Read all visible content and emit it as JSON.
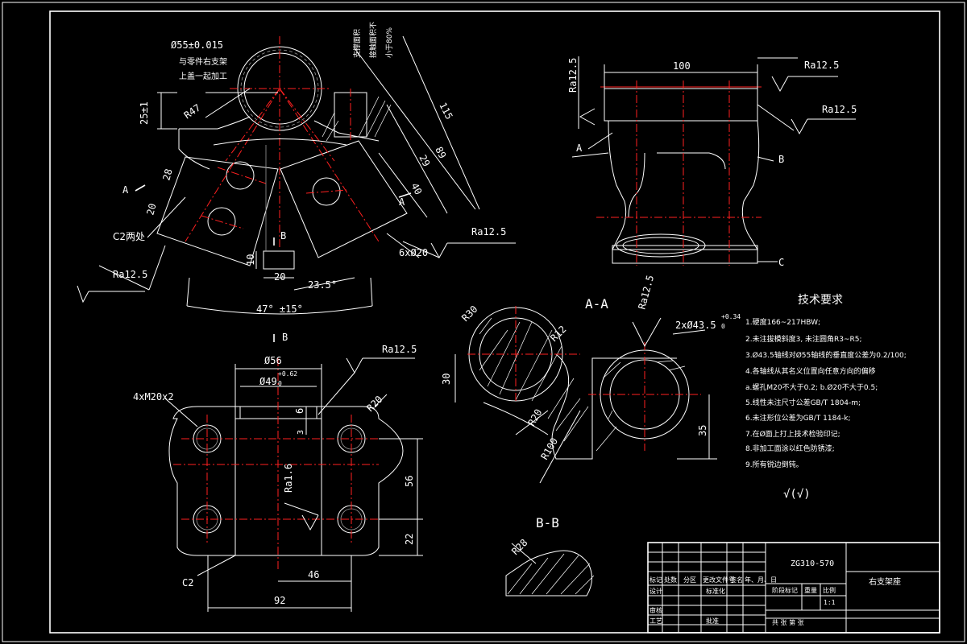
{
  "drawing": {
    "material": "ZG310-570",
    "part_name": "右支架座",
    "scale": "1:1"
  },
  "view_top_left": {
    "dia_main": "Ø55±0.015",
    "note_line1": "与零件右支架",
    "note_line2": "上盖一起加工",
    "dim_25": "25±1",
    "r47": "R47",
    "dim_28": "28",
    "dim_20": "20",
    "dim_115": "115",
    "dim_89": "89",
    "dim_29": "29",
    "dim_40": "40",
    "vertical_note1": "支撑面积",
    "vertical_note2": "接触面积不",
    "vertical_note3": "小于80%",
    "section_a_left": "A",
    "section_a_right": "A",
    "section_b_top": "B",
    "section_b_bottom": "B",
    "c2_note": "C2两处",
    "ra_left": "Ra12.5",
    "ra_right": "Ra12.5",
    "holes": "6xØ20",
    "dim_10": "10",
    "dim_20b": "20",
    "angle_235": "23.5°",
    "angle_47": "47° ±15°"
  },
  "view_top_right": {
    "dim_100": "100",
    "ra_top": "Ra12.5",
    "ra_right": "Ra12.5",
    "ra_left_vert": "Ra12.5",
    "label_a": "A",
    "label_b": "B",
    "label_c": "C"
  },
  "view_bottom_left": {
    "ra": "Ra12.5",
    "dia56": "Ø56",
    "dia49": "Ø49",
    "dia49_tol_up": "+0.62",
    "dia49_tol_low": "0",
    "threads": "4xM20x2",
    "r20": "R20",
    "dim_6": "6",
    "dim_3": "3",
    "ra_center": "Ra1.6",
    "dim_56": "56",
    "dim_22": "22",
    "dim_46": "46",
    "dim_92": "92",
    "c2": "C2"
  },
  "section_aa": {
    "title": "A-A",
    "r30": "R30",
    "r12": "R12",
    "r20": "R20",
    "r100": "R100",
    "dim_30": "30",
    "dim_35": "35",
    "bore": "2xØ43.5",
    "bore_tol_up": "+0.34",
    "bore_tol_low": "0",
    "ra": "Ra12.5"
  },
  "section_bb": {
    "title": "B-B",
    "r28": "R28"
  },
  "tech_requirements": {
    "title": "技术要求",
    "items": [
      "1.硬度166~217HBW;",
      "2.未注拔模斜度3, 未注圆角R3~R5;",
      "3.Ø43.5轴线对Ø55轴线的垂直度公差为0.2/100;",
      "4.各轴线从其名义位置向任意方向的偏移",
      "a.螺孔M20不大于0.2; b.Ø20不大于0.5;",
      "5.线性未注尺寸公差GB/T 1804-m;",
      "6.未注形位公差为GB/T 1184-k;",
      "7.在Ø面上打上技术检验印记;",
      "8.非加工面涂以红色防锈漆;",
      "9.所有锐边倒钝。"
    ],
    "roughness_symbol": "√(√)"
  },
  "title_block": {
    "row_labels": [
      "标记",
      "处数",
      "分区",
      "更改文件号",
      "签名",
      "年、月、日"
    ],
    "design": "设计",
    "standardize": "标准化",
    "stage_mark": "阶段标记",
    "weight": "重量",
    "scale_label": "比例",
    "review": "审核",
    "process": "工艺",
    "approve": "批准",
    "sheets": "共    张    第    张"
  }
}
